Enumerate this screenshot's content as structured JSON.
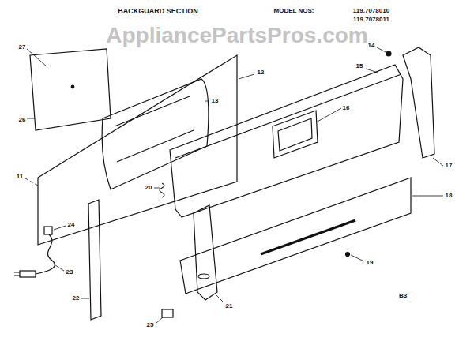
{
  "diagram": {
    "title": "BACKGUARD SECTION",
    "labels": [
      "AppliancePartsPros.com",
      "MODEL NOS:",
      "119.7078010",
      "119.7078011",
      "27",
      "26",
      "12",
      "13",
      "14",
      "15",
      "16",
      "17",
      "18",
      "19",
      "20",
      "21",
      "22",
      "23",
      "24",
      "25",
      "11",
      "B3"
    ]
  }
}
